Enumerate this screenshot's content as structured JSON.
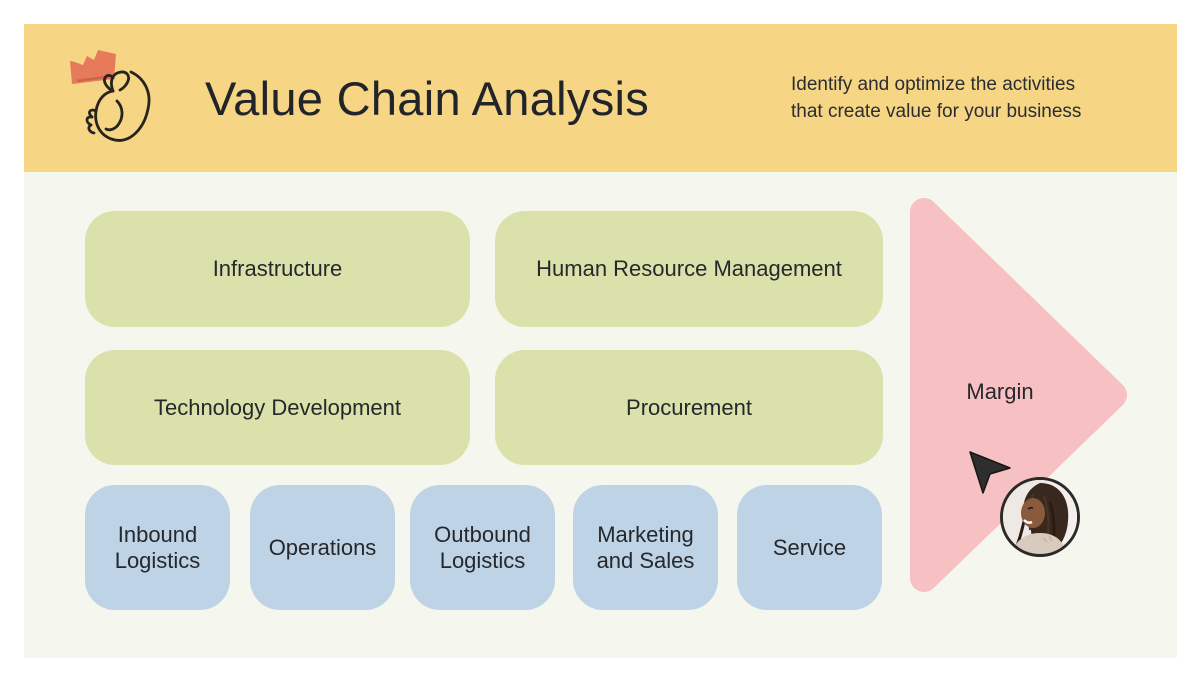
{
  "header": {
    "title": "Value Chain Analysis",
    "subtitle_lines": [
      "Identify and optimize the activities",
      "that create value for your business"
    ],
    "icon": "flick-hand-with-paper-icon",
    "background": "#f6d584"
  },
  "canvas": {
    "background": "#f5f6ed"
  },
  "support_activities": {
    "color": "#dbe1ab",
    "items": [
      {
        "label": "Infrastructure"
      },
      {
        "label": "Human Resource Management"
      },
      {
        "label": "Technology Development"
      },
      {
        "label": "Procurement"
      }
    ]
  },
  "primary_activities": {
    "color": "#bed3e6",
    "items": [
      {
        "label": "Inbound Logistics"
      },
      {
        "label": "Operations"
      },
      {
        "label": "Outbound Logistics"
      },
      {
        "label": "Marketing and Sales"
      },
      {
        "label": "Service"
      }
    ]
  },
  "margin_arrow": {
    "label": "Margin",
    "color": "#f7c0c2"
  },
  "collaborator": {
    "cursor": "arrow-cursor-with-avatar",
    "cursor_color": "#2e2e2e"
  }
}
